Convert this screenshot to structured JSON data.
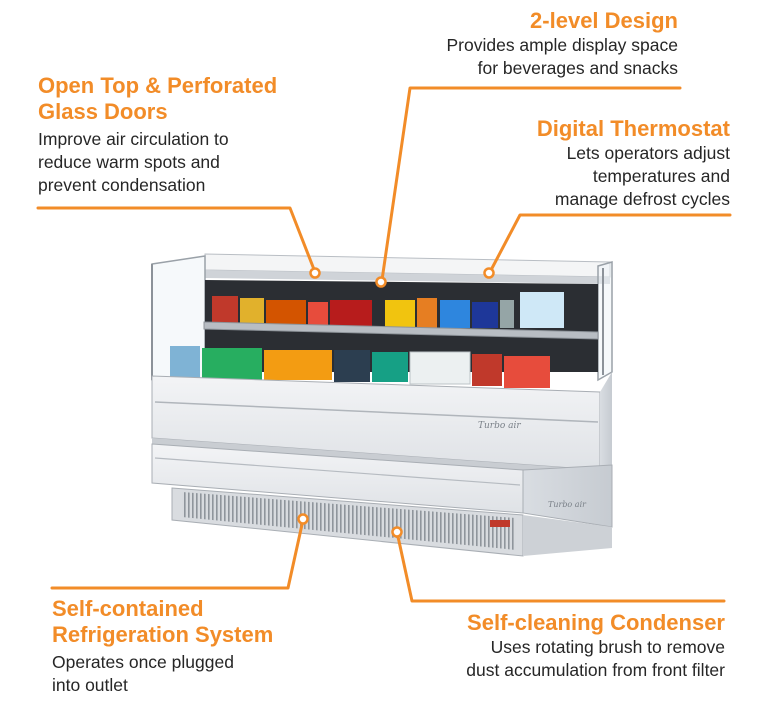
{
  "callouts": {
    "open_top": {
      "title_line1": "Open Top & Perforated",
      "title_line2": "Glass Doors",
      "desc_lines": [
        "Improve air circulation to",
        "reduce warm spots and",
        "prevent condensation"
      ]
    },
    "two_level": {
      "title": "2-level Design",
      "desc_lines": [
        "Provides ample display space",
        "for beverages and snacks"
      ]
    },
    "thermostat": {
      "title": "Digital Thermostat",
      "desc_lines": [
        "Lets operators adjust",
        "temperatures and",
        "manage defrost cycles"
      ]
    },
    "refrigeration": {
      "title_line1": "Self-contained",
      "title_line2": "Refrigeration System",
      "desc_lines": [
        "Operates once plugged",
        "into outlet"
      ]
    },
    "condenser": {
      "title": "Self-cleaning Condenser",
      "desc_lines": [
        "Uses rotating brush to remove",
        "dust accumulation from front filter"
      ]
    }
  },
  "product": {
    "brand_logo": "Turbo air"
  },
  "colors": {
    "accent": "#f28c28",
    "cabinet": "#e9ebee",
    "text": "#262626"
  }
}
